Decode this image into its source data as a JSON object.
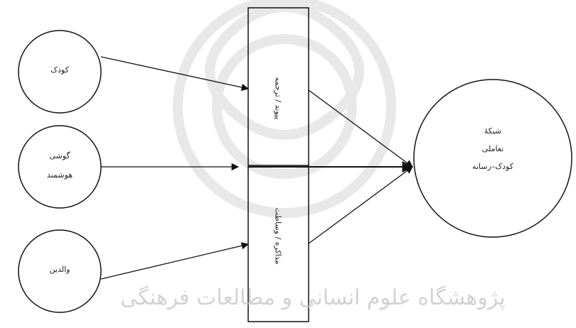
{
  "nodes": {
    "child": "کودک",
    "smartphone_line1": "گوشی",
    "smartphone_line2": "هوشمند",
    "parents": "والدین",
    "network_line1": "شبکهٔ",
    "network_line2": "تعاملی",
    "network_line3": "کودک–رسانه"
  },
  "mediators": {
    "upper": "پیوند / ترجمه",
    "lower": "مذاکره / وساطت"
  },
  "watermark": {
    "text": "پژوهشگاه علوم انسانی و مطالعات فرهنگی"
  }
}
